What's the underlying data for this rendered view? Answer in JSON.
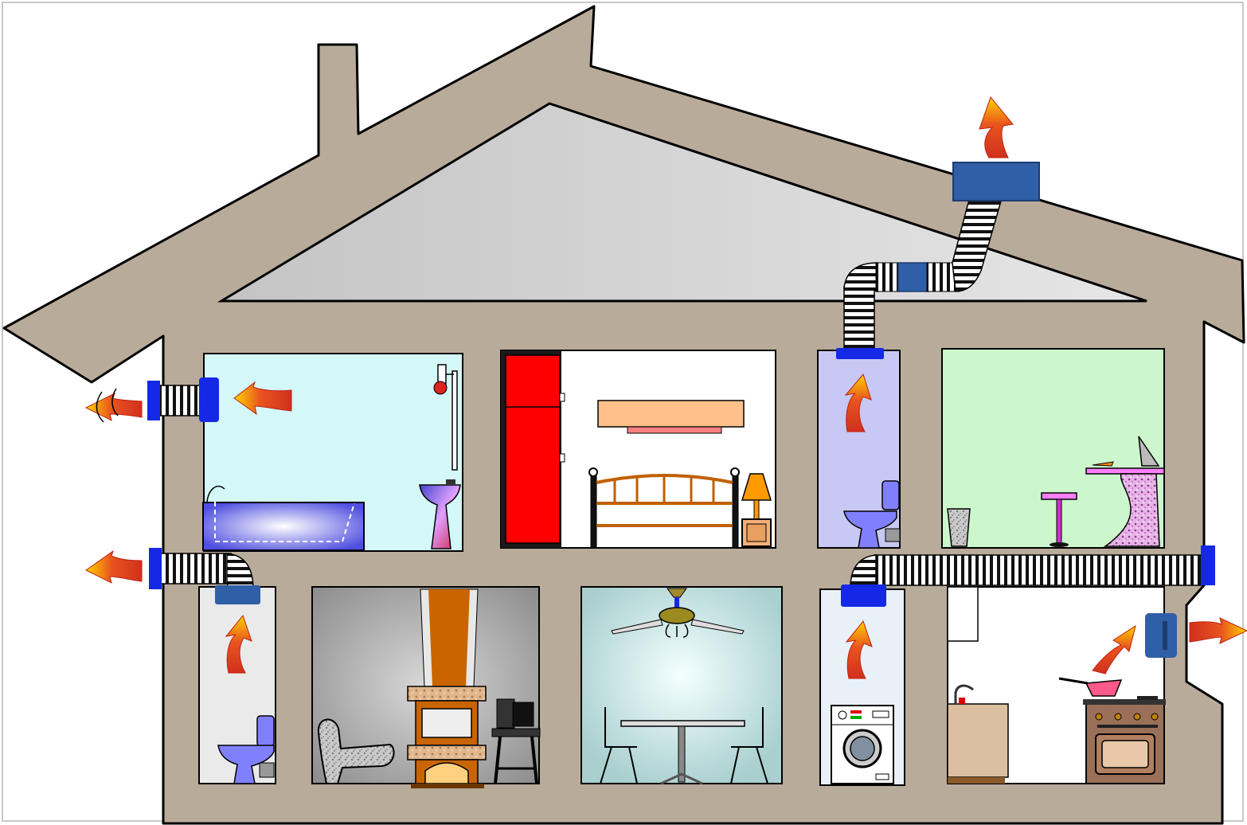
{
  "diagram": {
    "subject": "house-ventilation",
    "colors": {
      "house_wall": "#b9ab9a",
      "house_outline": "#000000",
      "attic": "#d4d4d4",
      "vent_blue": "#1428e6",
      "vent_steel": "#2f5fa6",
      "duct_stroke": "#000000",
      "airflow_red": "#d0301e",
      "airflow_yellow": "#ffd400"
    },
    "rooms": [
      {
        "id": "bathroom-upper",
        "fill": "#d4f8f8"
      },
      {
        "id": "bedroom",
        "fill": "#ffffff"
      },
      {
        "id": "toilet-upper",
        "fill": "#c8c8f4"
      },
      {
        "id": "kitchen-nook-upper",
        "fill": "#ccf6cc"
      },
      {
        "id": "toilet-lower",
        "fill": "#eaeaea"
      },
      {
        "id": "living-room",
        "fill": "#a8a8a8"
      },
      {
        "id": "dining-room",
        "fill": "#c4e4e4"
      },
      {
        "id": "laundry",
        "fill": "#e8f0f8"
      },
      {
        "id": "kitchen",
        "fill": "#ffffff"
      }
    ],
    "icons": [
      "bathtub-icon",
      "sink-icon",
      "shower-icon",
      "wardrobe-icon",
      "bed-icon",
      "lamp-icon",
      "toilet-icon",
      "bar-stool-icon",
      "armchair-icon",
      "fireplace-icon",
      "tv-icon",
      "ceiling-fan-icon",
      "dining-table-icon",
      "washing-machine-icon",
      "stove-icon",
      "cabinet-icon"
    ]
  }
}
